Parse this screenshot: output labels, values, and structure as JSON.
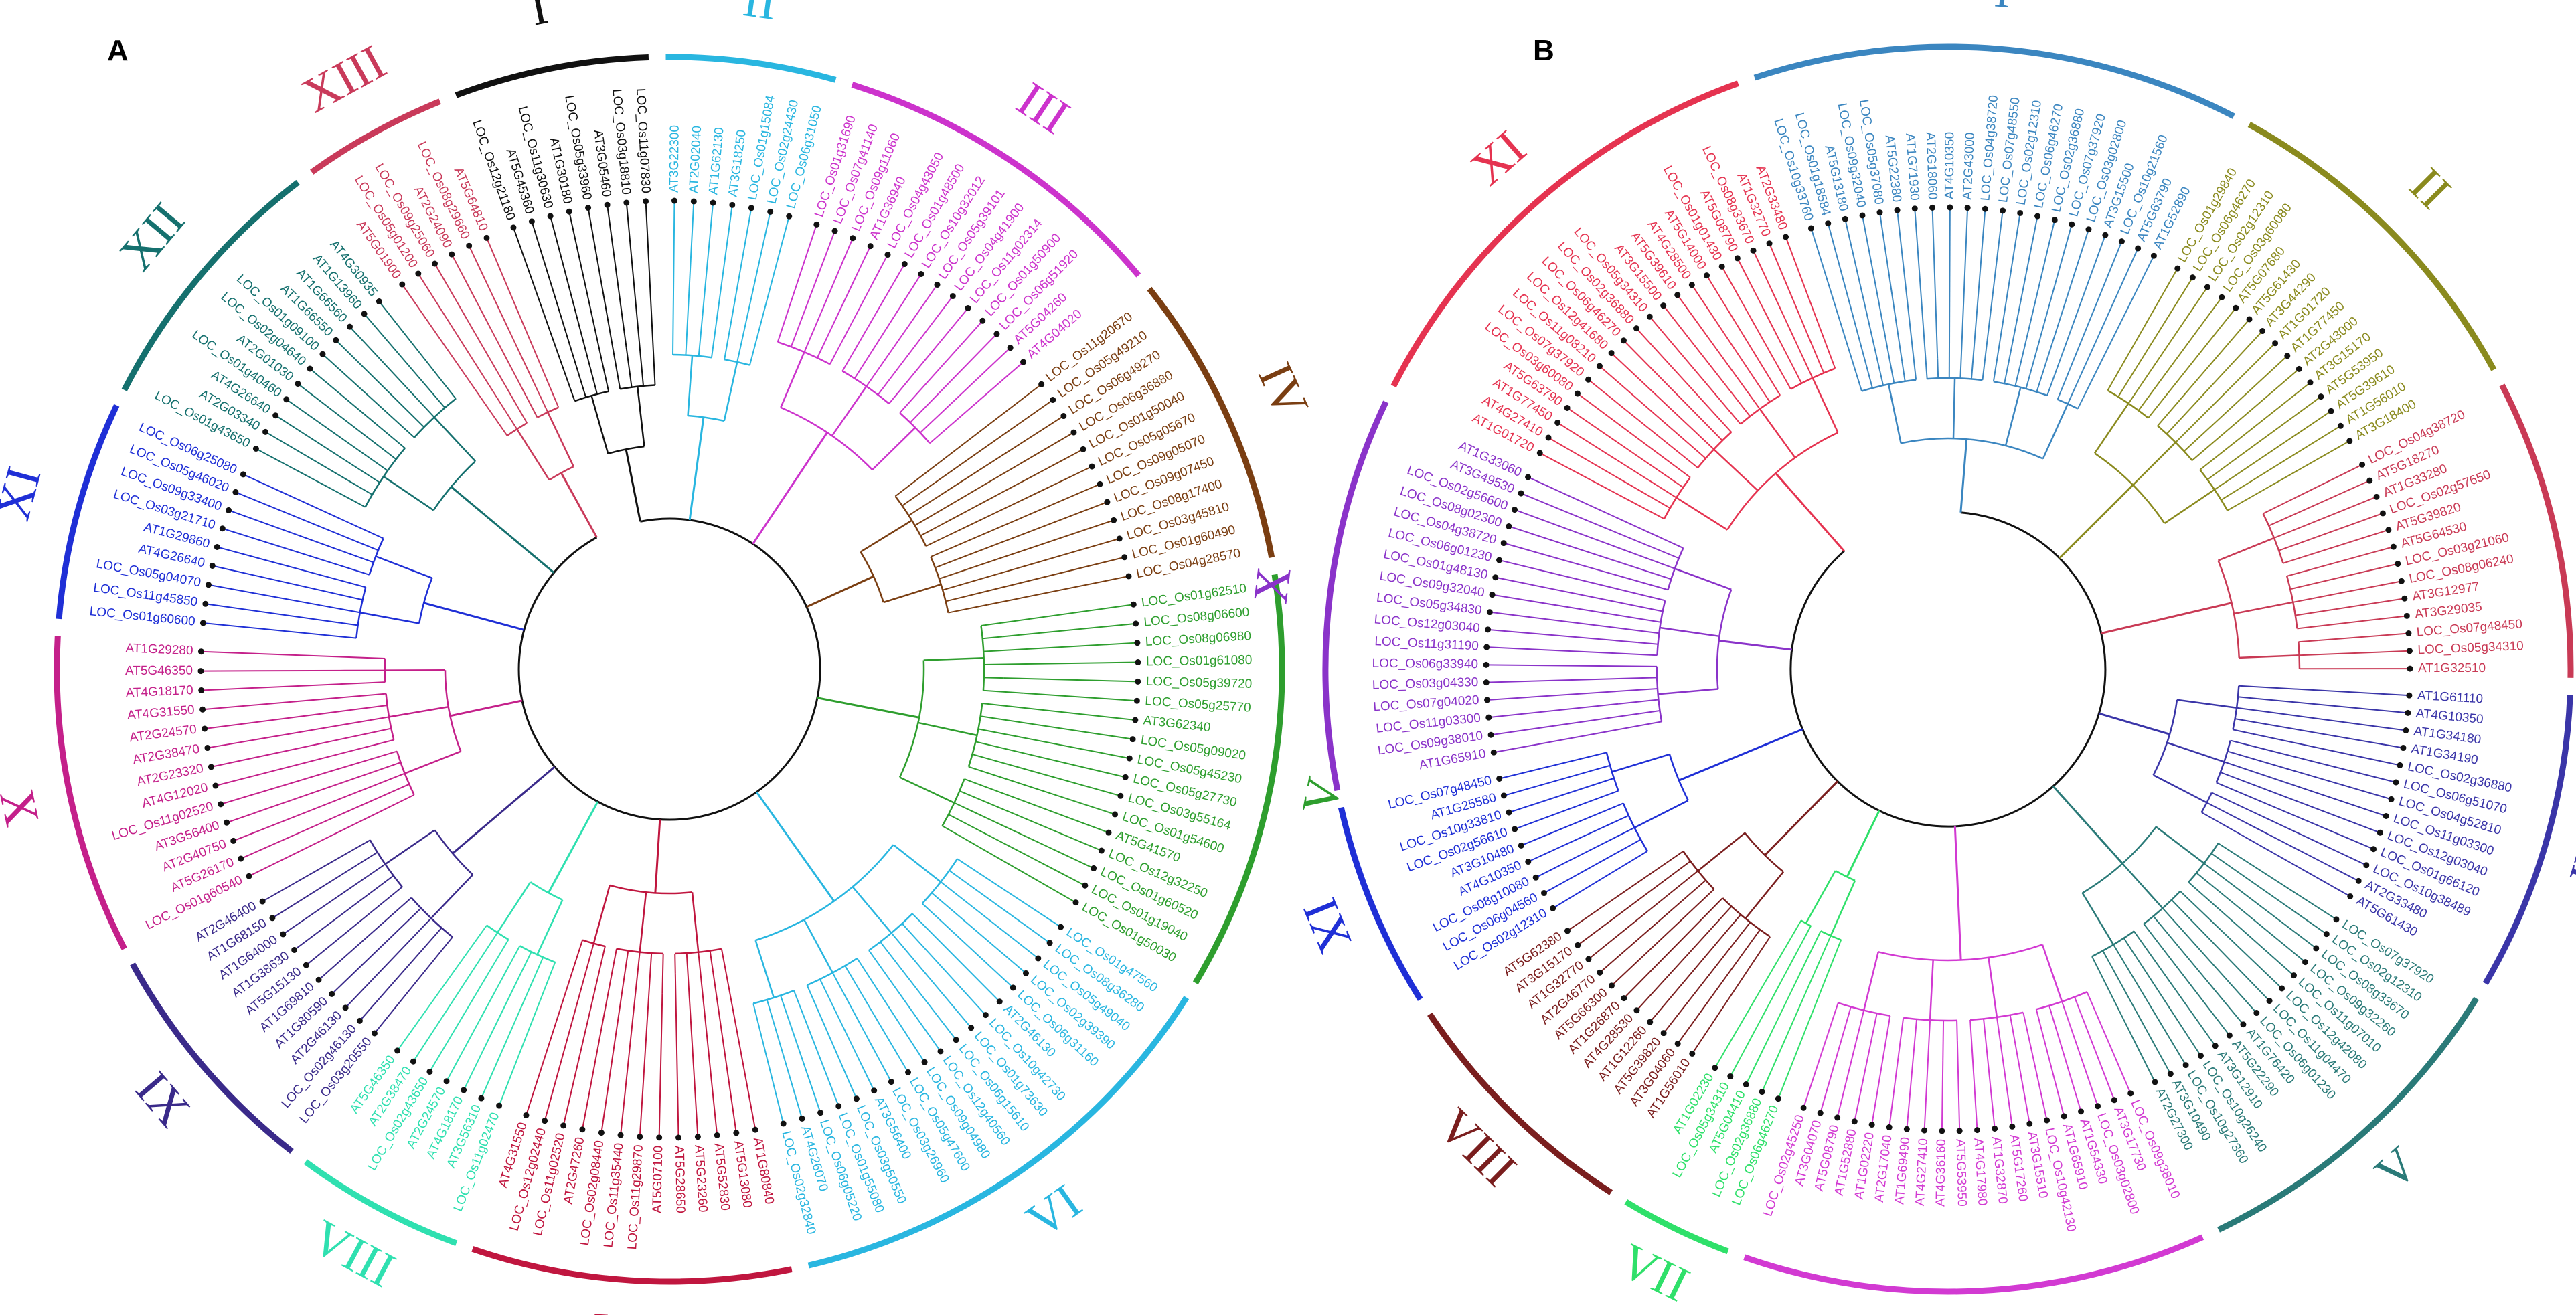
{
  "panels": [
    {
      "label": "A",
      "clades": [
        {
          "name": "I",
          "color": "#111111",
          "leaves": [
            "LOC_Os12g21180",
            "AT5G45360",
            "LOC_Os11g30630",
            "AT1G30180",
            "LOC_Os05g33960",
            "AT3G05460",
            "LOC_Os03g18810",
            "LOC_Os11g07830"
          ]
        },
        {
          "name": "II",
          "color": "#29b6e0",
          "leaves": [
            "AT3G22300",
            "AT2G02040",
            "AT1G62130",
            "AT3G18250",
            "LOC_Os01g15084",
            "LOC_Os02g24430",
            "LOC_Os06g31050"
          ]
        },
        {
          "name": "III",
          "color": "#cc33cc",
          "leaves": [
            "LOC_Os01g31690",
            "LOC_Os07g41140",
            "LOC_Os09g11060",
            "AT1G36940",
            "LOC_Os04g43050",
            "LOC_Os01g48500",
            "LOC_Os10g32012",
            "LOC_Os05g39101",
            "LOC_Os04g41900",
            "LOC_Os11g02314",
            "LOC_Os01g50900",
            "LOC_Os06g51920",
            "AT5G04260",
            "AT4G04020"
          ]
        },
        {
          "name": "IV",
          "color": "#7a3e12",
          "leaves": [
            "LOC_Os11g20670",
            "LOC_Os05g49210",
            "LOC_Os06g49270",
            "LOC_Os06g36880",
            "LOC_Os01g50040",
            "LOC_Os05g05670",
            "LOC_Os09g05070",
            "LOC_Os09g07450",
            "LOC_Os08g17400",
            "LOC_Os03g45810",
            "LOC_Os01g60490",
            "LOC_Os04g28570"
          ]
        },
        {
          "name": "V",
          "color": "#2e9e2e",
          "leaves": [
            "LOC_Os01g62510",
            "LOC_Os08g06600",
            "LOC_Os08g06980",
            "LOC_Os01g61080",
            "LOC_Os05g39720",
            "LOC_Os05g25770",
            "AT3G62340",
            "LOC_Os05g09020",
            "LOC_Os05g45230",
            "LOC_Os05g27730",
            "LOC_Os03g55164",
            "LOC_Os01g54600",
            "AT5G41570",
            "LOC_Os12g32250",
            "LOC_Os01g60520",
            "LOC_Os01g19040",
            "LOC_Os01g50030"
          ]
        },
        {
          "name": "VI",
          "color": "#29b6e0",
          "leaves": [
            "LOC_Os01g47560",
            "LOC_Os08g36280",
            "LOC_Os05g49040",
            "LOC_Os02g39390",
            "LOC_Os06g31160",
            "AT2G46130",
            "LOC_Os10g42730",
            "LOC_Os01g73630",
            "LOC_Os06g15610",
            "LOC_Os12g40560",
            "LOC_Os09g04980",
            "LOC_Os05g47600",
            "LOC_Os03g26960",
            "AT3G56400",
            "LOC_Os03g50550",
            "LOC_Os01g55080",
            "LOC_Os06g05220",
            "AT4G26070",
            "LOC_Os02g32840"
          ]
        },
        {
          "name": "VII",
          "color": "#c0163f",
          "leaves": [
            "AT1G80840",
            "AT5G13080",
            "AT5G52830",
            "AT5G23260",
            "AT5G28650",
            "AT5G07100",
            "LOC_Os11g29870",
            "LOC_Os11g35440",
            "LOC_Os02g08440",
            "AT2G47260",
            "LOC_Os11g02520",
            "LOC_Os12g02440",
            "AT4G31550"
          ]
        },
        {
          "name": "VIII",
          "color": "#2fe0b0",
          "leaves": [
            "LOC_Os11g02470",
            "AT3G56310",
            "AT4G18170",
            "AT2G24570",
            "LOC_Os02g43650",
            "AT2G38470",
            "AT5G46350"
          ]
        },
        {
          "name": "IX",
          "color": "#3a2a8a",
          "leaves": [
            "LOC_Os03g20550",
            "LOC_Os02g46130",
            "AT2G46130",
            "AT1G80590",
            "AT1G69810",
            "AT5G15130",
            "AT1G38630",
            "AT1G64000",
            "AT1G68150",
            "AT2G46400"
          ]
        },
        {
          "name": "X",
          "color": "#c4208a",
          "leaves": [
            "LOC_Os01g60540",
            "AT5G26170",
            "AT2G40750",
            "AT3G56400",
            "LOC_Os11g02520",
            "AT4G12020",
            "AT2G23320",
            "AT2G38470",
            "AT2G24570",
            "AT4G31550",
            "AT4G18170",
            "AT5G46350",
            "AT1G29280"
          ]
        },
        {
          "name": "XI",
          "color": "#1f2fd6",
          "leaves": [
            "LOC_Os01g60600",
            "LOC_Os11g45850",
            "LOC_Os05g04070",
            "AT4G26640",
            "AT1G29860",
            "LOC_Os03g21710",
            "LOC_Os09g33400",
            "LOC_Os05g46020",
            "LOC_Os06g25080"
          ]
        },
        {
          "name": "XII",
          "color": "#15706e",
          "leaves": [
            "LOC_Os01g43650",
            "AT2G03340",
            "AT4G26640",
            "LOC_Os01g40460",
            "AT2G01030",
            "LOC_Os02g04640",
            "LOC_Os01g09100",
            "AT1G66550",
            "AT1G66560",
            "AT1G13960",
            "AT4G30935"
          ]
        },
        {
          "name": "XIII",
          "color": "#c93a5a",
          "leaves": [
            "AT5G01900",
            "LOC_Os05g01200",
            "LOC_Os09g25060",
            "AT2G24090",
            "LOC_Os08g29660",
            "AT5G64810"
          ]
        }
      ]
    },
    {
      "label": "B",
      "clades": [
        {
          "name": "I",
          "color": "#3b86c0",
          "leaves": [
            "LOC_Os10g33760",
            "LOC_Os01g18584",
            "AT5G13180",
            "LOC_Os09g32040",
            "LOC_Os05g37080",
            "AT5G22380",
            "AT1G71930",
            "AT2G18060",
            "AT4G10350",
            "AT2G43000",
            "LOC_Os04g38720",
            "LOC_Os07g48550",
            "LOC_Os02g12310",
            "LOC_Os06g46270",
            "LOC_Os02g36880",
            "LOC_Os07g37920",
            "LOC_Os03g02800",
            "AT3G15500",
            "LOC_Os10g21560",
            "AT5G63790",
            "AT1G52890"
          ]
        },
        {
          "name": "II",
          "color": "#8a8a1e",
          "leaves": [
            "LOC_Os01g29840",
            "LOC_Os06g46270",
            "LOC_Os02g12310",
            "LOC_Os03g60080",
            "AT5G07680",
            "AT5G61430",
            "AT3G44290",
            "AT1G01720",
            "AT1G77450",
            "AT2G43000",
            "AT3G15170",
            "AT5G53950",
            "AT5G39610",
            "AT1G56010",
            "AT3G18400"
          ]
        },
        {
          "name": "III",
          "color": "#c93a55",
          "leaves": [
            "LOC_Os04g38720",
            "AT5G18270",
            "AT1G33280",
            "LOC_Os02g57650",
            "AT5G39820",
            "AT5G64530",
            "LOC_Os03g21060",
            "LOC_Os08g06240",
            "AT3G12977",
            "AT3G29035",
            "LOC_Os07g48450",
            "LOC_Os05g34310",
            "AT1G32510"
          ]
        },
        {
          "name": "IV",
          "color": "#3a35a8",
          "leaves": [
            "AT1G61110",
            "AT4G10350",
            "AT1G34180",
            "AT1G34190",
            "LOC_Os02g36880",
            "LOC_Os06g51070",
            "LOC_Os04g52810",
            "LOC_Os11g03300",
            "LOC_Os12g03040",
            "LOC_Os01g66120",
            "LOC_Os10g38489",
            "AT2G33480",
            "AT5G61430"
          ]
        },
        {
          "name": "V",
          "color": "#2a7a78",
          "leaves": [
            "LOC_Os07g37920",
            "LOC_Os02g12310",
            "LOC_Os08g33670",
            "LOC_Os09g32260",
            "LOC_Os11g07010",
            "LOC_Os12g42080",
            "LOC_Os11g04470",
            "LOC_Os06g01230",
            "AT1G76420",
            "AT5G22290",
            "AT3G12910",
            "LOC_Os10g26240",
            "LOC_Os10g27360",
            "AT3G10490",
            "AT2G27300"
          ]
        },
        {
          "name": "VI",
          "color": "#d23ad2",
          "leaves": [
            "LOC_Os09g38010",
            "AT3G17730",
            "LOC_Os03g02800",
            "AT1G54330",
            "AT1G65910",
            "LOC_Os10g42130",
            "AT3G15510",
            "AT5G17260",
            "AT1G32870",
            "AT4G17980",
            "AT5G53950",
            "AT4G36160",
            "AT4G27410",
            "AT1G69490",
            "AT2G17040",
            "AT1G02220",
            "AT1G52880",
            "AT5G08790",
            "AT3G04070",
            "LOC_Os02g45250"
          ]
        },
        {
          "name": "VII",
          "color": "#2fe06a",
          "leaves": [
            "LOC_Os06g46270",
            "LOC_Os02g36880",
            "AT5G04410",
            "LOC_Os05g34310",
            "AT1G02230"
          ]
        },
        {
          "name": "VIII",
          "color": "#7a1e1e",
          "leaves": [
            "AT1G56010",
            "AT3G04060",
            "AT5G39820",
            "AT1G12260",
            "AT4G28530",
            "AT1G26870",
            "AT5G66300",
            "AT2G46770",
            "AT1G32770",
            "AT3G15170",
            "AT5G62380"
          ]
        },
        {
          "name": "IX",
          "color": "#1f2fd6",
          "leaves": [
            "LOC_Os02g12310",
            "LOC_Os06g04560",
            "LOC_Os08g10080",
            "AT4G10350",
            "AT3G10480",
            "LOC_Os02g56610",
            "LOC_Os10g33810",
            "AT1G25580",
            "LOC_Os07g48450"
          ]
        },
        {
          "name": "X",
          "color": "#8a33c9",
          "leaves": [
            "AT1G65910",
            "LOC_Os09g38010",
            "LOC_Os11g03300",
            "LOC_Os07g04020",
            "LOC_Os03g04330",
            "LOC_Os06g33940",
            "LOC_Os11g31190",
            "LOC_Os12g03040",
            "LOC_Os05g34830",
            "LOC_Os09g32040",
            "LOC_Os01g48130",
            "LOC_Os06g01230",
            "LOC_Os04g38720",
            "LOC_Os08g02300",
            "LOC_Os02g56600",
            "AT3G49530",
            "AT1G33060"
          ]
        },
        {
          "name": "XI",
          "color": "#e53350",
          "leaves": [
            "AT1G01720",
            "AT4G27410",
            "AT1G77450",
            "AT5G63790",
            "LOC_Os03g60080",
            "LOC_Os07g37920",
            "LOC_Os11g08210",
            "LOC_Os12g41680",
            "LOC_Os06g46270",
            "LOC_Os02g36880",
            "LOC_Os05g34310",
            "AT3G15500",
            "AT5G39610",
            "AT4G28500",
            "AT5G14000",
            "LOC_Os01g01430",
            "AT5G08790",
            "LOC_Os08g33670",
            "AT1G32770",
            "AT2G33480"
          ]
        }
      ]
    }
  ]
}
